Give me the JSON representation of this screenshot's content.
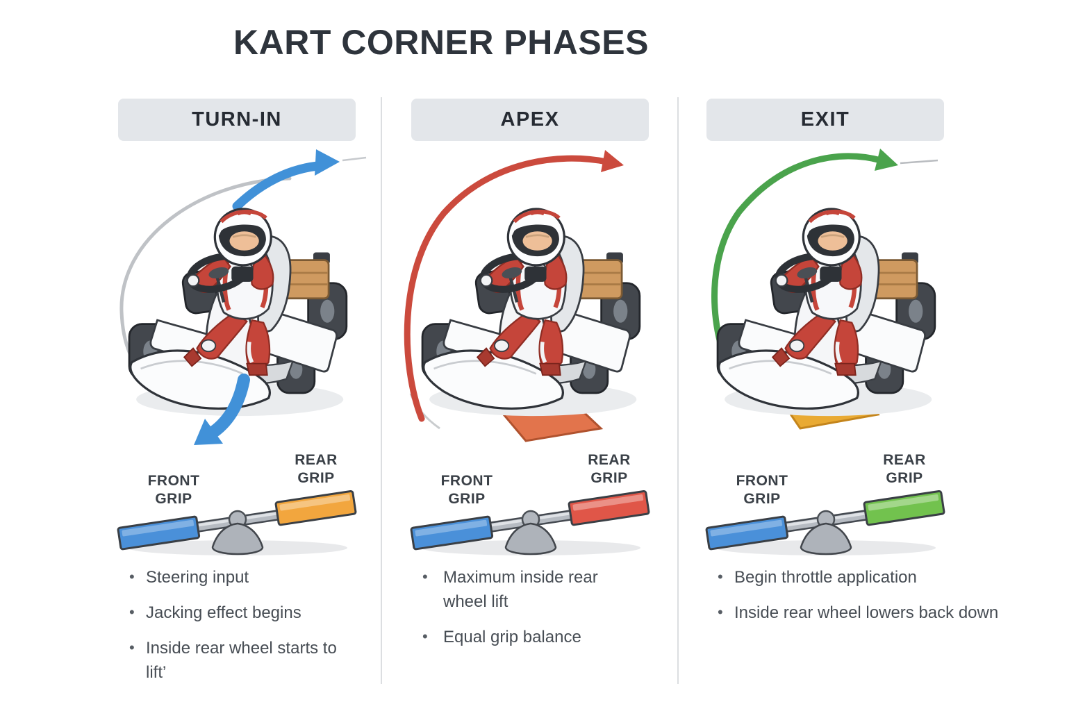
{
  "title": "KART CORNER PHASES",
  "grip_labels": {
    "front_line1": "FRONT",
    "front_line2": "GRIP",
    "rear_line1": "REAR",
    "rear_line2": "GRIP"
  },
  "colors": {
    "front_bar": "#4a90d9",
    "header_bg": "#e3e6ea",
    "title_text": "#2e343c",
    "beam_gray": "#b6bbc2"
  },
  "columns": [
    {
      "header": "TURN-IN",
      "phase_arrow": "#4191d8",
      "rear_bar": "#f2a63e",
      "bullets": [
        "Steering input",
        "Jacking effect begins",
        "Inside rear wheel starts to lift’"
      ]
    },
    {
      "header": "APEX",
      "phase_arrow": "#cb4a3d",
      "rear_bar": "#e05648",
      "bullets": [
        "Maximum inside rear wheel lift",
        "Equal grip balance"
      ]
    },
    {
      "header": "EXIT",
      "phase_arrow": "#4aa34c",
      "rear_bar": "#72c24e",
      "bullets": [
        "Begin throttle application",
        "Inside rear wheel lowers back down"
      ]
    }
  ]
}
